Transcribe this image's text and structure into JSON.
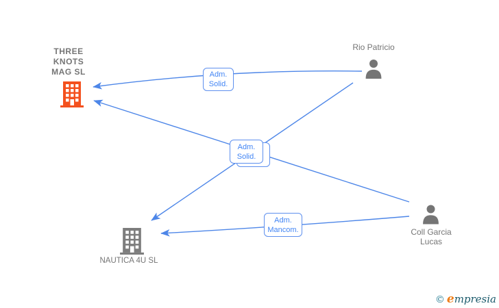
{
  "diagram": {
    "nodes": {
      "three_knots": {
        "line1": "THREE",
        "line2": "KNOTS",
        "line3": "MAG SL",
        "type": "company",
        "icon": "building-icon",
        "color": "#f4511e"
      },
      "rio_patricio": {
        "label": "Rio Patricio",
        "type": "person",
        "icon": "person-icon",
        "color": "#757575"
      },
      "coll_garcia": {
        "line1": "Coll Garcia",
        "line2": "Lucas",
        "type": "person",
        "icon": "person-icon",
        "color": "#757575"
      },
      "nautica": {
        "label": "NAUTICA 4U SL",
        "type": "company",
        "icon": "building-icon",
        "color": "#7d7d7d"
      }
    },
    "edge_labels": {
      "top": {
        "line1": "Adm.",
        "line2": "Solid."
      },
      "center": {
        "line1": "Adm.",
        "line2": "Solid."
      },
      "bottom": {
        "line1": "Adm.",
        "line2": "Mancom."
      }
    },
    "edges": [
      {
        "from": "Rio Patricio",
        "to": "THREE KNOTS MAG SL",
        "label": "Adm. Solid."
      },
      {
        "from": "Coll Garcia Lucas",
        "to": "THREE KNOTS MAG SL",
        "label": "Adm. Solid."
      },
      {
        "from": "Rio Patricio",
        "to": "NAUTICA 4U SL",
        "label": ""
      },
      {
        "from": "Coll Garcia Lucas",
        "to": "NAUTICA 4U SL",
        "label": "Adm. Mancom."
      }
    ],
    "colors": {
      "edge_blue": "#4d86e8",
      "edge_label_blue": "#4285f4",
      "company_orange": "#f4511e",
      "company_gray": "#7d7d7d",
      "person_gray": "#757575",
      "node_text_gray": "#757575"
    }
  },
  "footer": {
    "copyright": "©",
    "brand_e": "e",
    "brand_rest": "mpresia"
  }
}
